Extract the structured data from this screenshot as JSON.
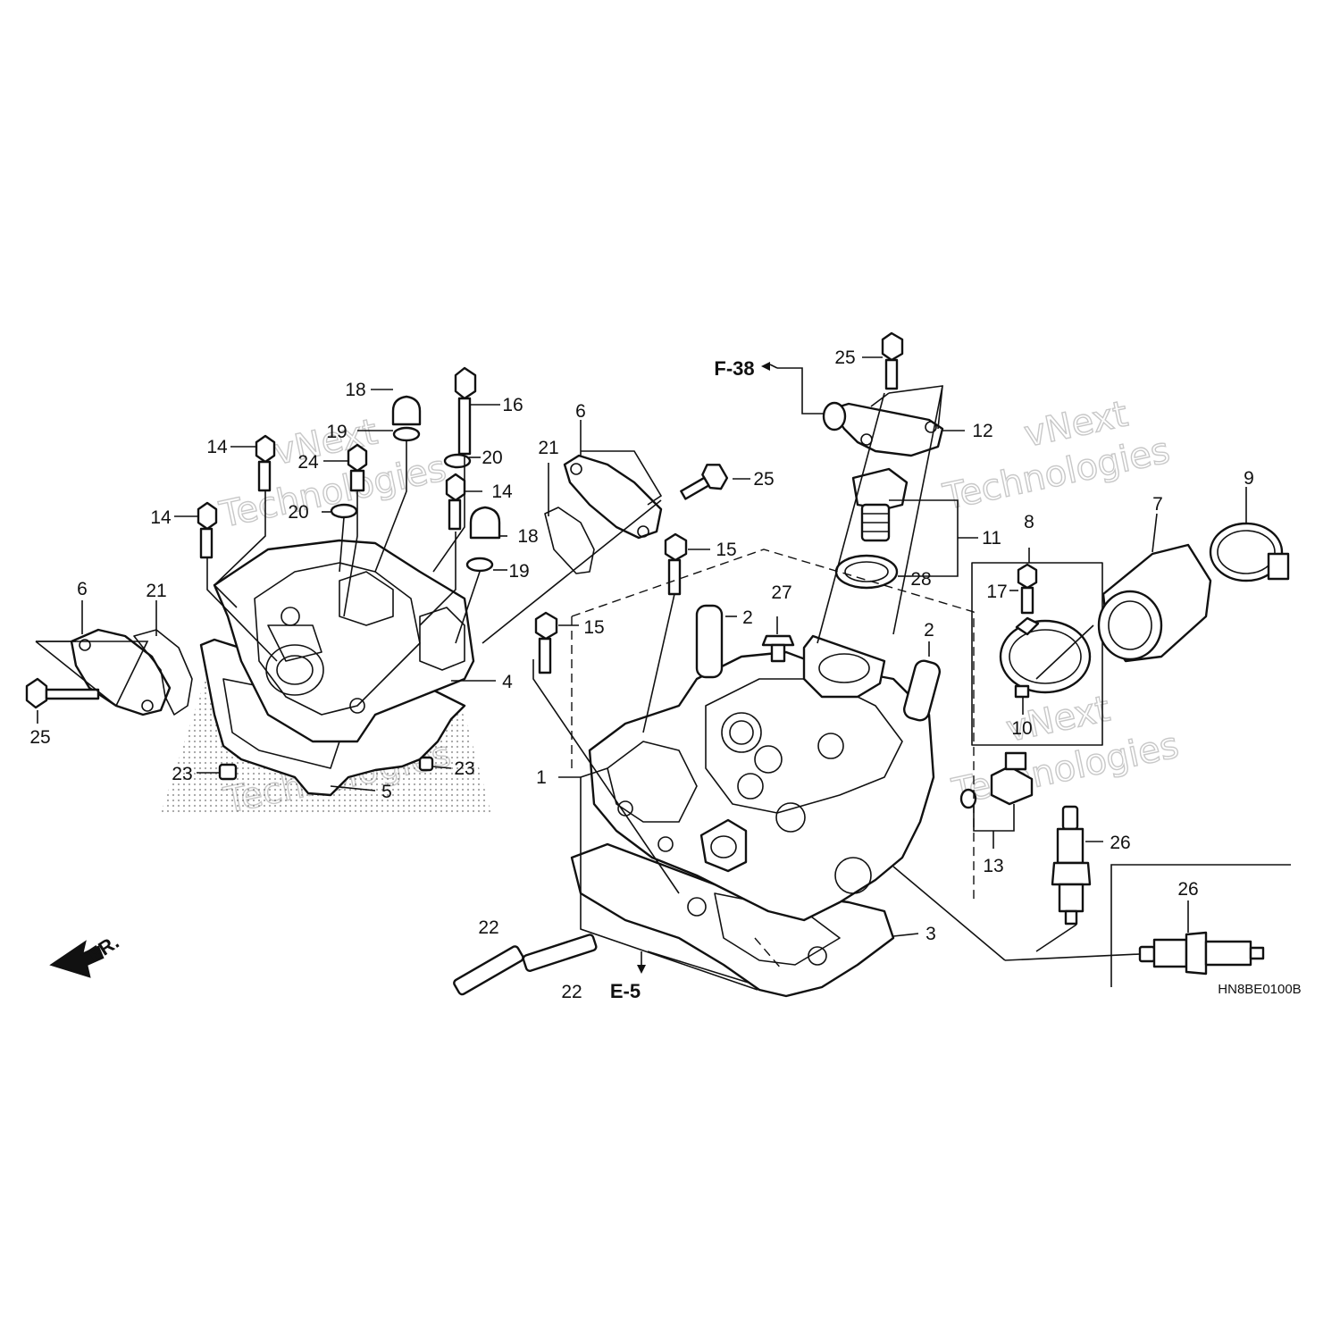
{
  "callouts": {
    "c1": "1",
    "c2a": "2",
    "c2b": "2",
    "c3": "3",
    "c4": "4",
    "c5": "5",
    "c6a": "6",
    "c6b": "6",
    "c7": "7",
    "c8": "8",
    "c9": "9",
    "c10": "10",
    "c11": "11",
    "c12": "12",
    "c13": "13",
    "c14a": "14",
    "c14b": "14",
    "c14c": "14",
    "c15a": "15",
    "c15b": "15",
    "c16": "16",
    "c17": "17",
    "c18a": "18",
    "c18b": "18",
    "c19a": "19",
    "c19b": "19",
    "c20a": "20",
    "c20b": "20",
    "c21a": "21",
    "c21b": "21",
    "c22a": "22",
    "c22b": "22",
    "c23a": "23",
    "c23b": "23",
    "c24": "24",
    "c25a": "25",
    "c25b": "25",
    "c25c": "25",
    "c26a": "26",
    "c26b": "26",
    "c27": "27",
    "c28": "28"
  },
  "refs": {
    "f38": "F-38",
    "e5": "E-5",
    "fr": "FR."
  },
  "diagram_code": "HN8BE0100B",
  "watermark": {
    "line1": "vNext",
    "line2": "Technologies"
  }
}
